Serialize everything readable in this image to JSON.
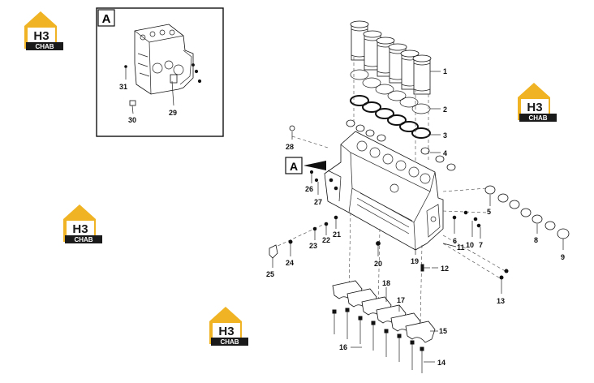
{
  "logo": {
    "mark": "H3",
    "word": "CHAB",
    "colors": {
      "gold": "#f0b323",
      "dark": "#1a1a1a",
      "white": "#ffffff"
    }
  },
  "inset": {
    "letter": "A"
  },
  "view_marker": {
    "letter": "A"
  },
  "callouts": {
    "c1": "1",
    "c2": "2",
    "c3": "3",
    "c4": "4",
    "c5": "5",
    "c6": "6",
    "c7": "7",
    "c8": "8",
    "c9": "9",
    "c10": "10",
    "c11": "11",
    "c12": "12",
    "c13": "13",
    "c14": "14",
    "c15": "15",
    "c16": "16",
    "c17": "17",
    "c18": "18",
    "c19": "19",
    "c20": "20",
    "c21": "21",
    "c22": "22",
    "c23": "23",
    "c24": "24",
    "c25": "25",
    "c26": "26",
    "c27": "27",
    "c28": "28",
    "c29": "29",
    "c30": "30",
    "c31": "31"
  }
}
